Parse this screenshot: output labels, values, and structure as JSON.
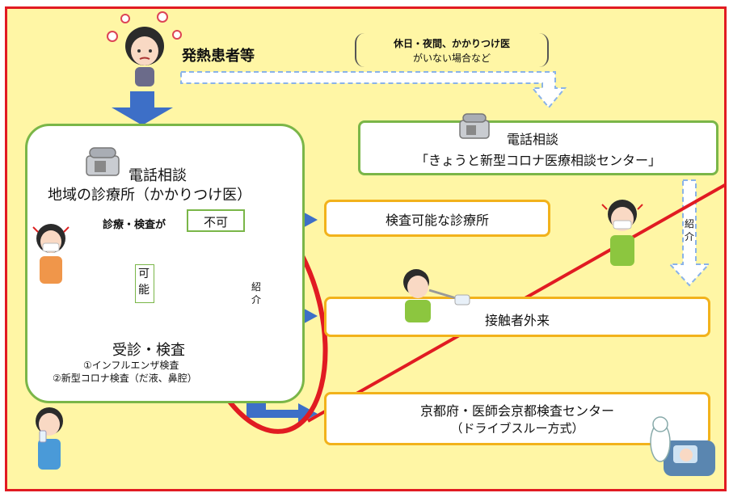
{
  "patient": {
    "label": "発熱患者等"
  },
  "note": {
    "line1": "休日・夜間、かかりつけ医",
    "line2": "がいない場合など"
  },
  "center_box": {
    "line1": "電話相談",
    "line2": "「きょうと新型コロナ医療相談センター」"
  },
  "clinic_box": {
    "line1": "電話相談",
    "line2": "地域の診療所（かかりつけ医）",
    "decision": "診療・検査が",
    "impossible": "不可",
    "possible": "可能",
    "result": "受診・検査",
    "test1": "①インフルエンザ検査",
    "test2": "②新型コロナ検査（だ液、鼻腔）"
  },
  "referral": {
    "vertical": "紹介",
    "right": "紹介"
  },
  "dest": {
    "clinic": "検査可能な診療所",
    "contact": "接触者外来",
    "kyoto_line1": "京都府・医師会京都検査センター",
    "kyoto_line2": "（ドライブスルー方式）"
  },
  "colors": {
    "background": "#fff6a5",
    "border": "#e11b22",
    "blue_arrow": "#3d6fc7",
    "green_border": "#7ab648",
    "orange_border": "#f2b21b",
    "annotation": "#e11b22"
  },
  "icons": [
    "patient-face-icon",
    "phone-icon",
    "sick-child-icon",
    "sick-man-icon",
    "swab-test-icon",
    "child-drinking-icon",
    "drive-through-icon"
  ]
}
